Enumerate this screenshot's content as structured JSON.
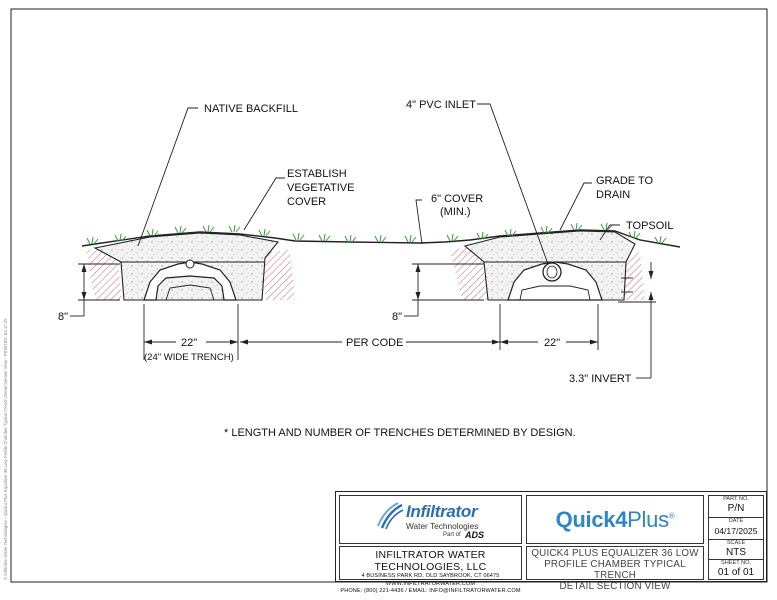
{
  "labels": {
    "native_backfill": "NATIVE BACKFILL",
    "establish_1": "ESTABLISH",
    "establish_2": "VEGETATIVE",
    "establish_3": "COVER",
    "pvc_inlet": "4\" PVC INLET",
    "cover_1": "6\" COVER",
    "cover_2": "(MIN.)",
    "grade_1": "GRADE TO",
    "grade_2": "DRAIN",
    "topsoil": "TOPSOIL",
    "left_8in": "8\"",
    "right_8in": "8\"",
    "left_22in": "22\"",
    "left_trench": "(24\" WIDE TRENCH)",
    "per_code": "PER CODE",
    "right_22in": "22\"",
    "invert": "3.3\" INVERT",
    "note": "* LENGTH AND NUMBER OF TRENCHES DETERMINED BY DESIGN."
  },
  "title_block": {
    "brand_name": "Infiltrator",
    "brand_sub": "Water Technologies",
    "brand_part": "Part of",
    "brand_ads": "ADS",
    "company": "INFILTRATOR WATER TECHNOLOGIES, LLC",
    "address": "4 BUSINESS PARK RD, OLD SAYBROOK, CT 06475",
    "website": "WWW.INFILTRATORWATER.COM",
    "contact": "PHONE: (800) 221-4436 / EMAIL: INFO@INFILTRATORWATER.COM",
    "product_bold": "Quick4",
    "product_light": "Plus",
    "product_mark": "®",
    "desc_1": "QUICK4 PLUS EQUALIZER 36 LOW",
    "desc_2": "PROFILE CHAMBER TYPICAL TRENCH",
    "desc_3": "DETAIL SECTION VIEW",
    "part_no_caption": "PART NO.",
    "part_no": "P/N",
    "date_caption": "DATE",
    "date": "04/17/2025",
    "scale_caption": "SCALE",
    "scale": "NTS",
    "sheet_caption": "SHEET NO.",
    "sheet": "01 of 01"
  },
  "side_note": "© Infiltrator Water Technologies - Quick4 Plus Equalizer 36 Low Profile Chamber Typical Trench Detail Section View - PRINTED: 04.17.25"
}
